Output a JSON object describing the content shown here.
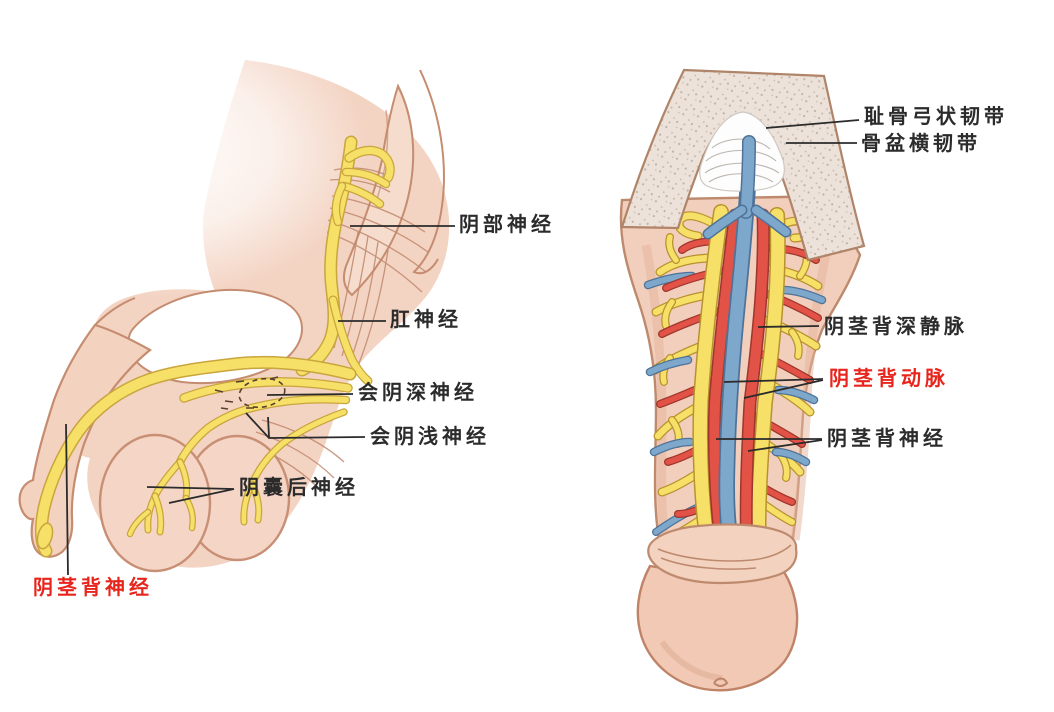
{
  "figure_type": "anatomical-diagram",
  "palette": {
    "label_black": "#2b2b2b",
    "label_red": "#e8251d",
    "leader_line": "#2b2b2b",
    "skin": "#f3d3c2",
    "skin_outline": "#c58c70",
    "nerve_yellow": "#f6e067",
    "artery_red": "#e25247",
    "vein_blue": "#7da7cb",
    "bone_stipple": "#ece2da"
  },
  "left_panel": {
    "view": "perineum-sagittal-view",
    "labels": {
      "pudendal_nerve": {
        "text": "阴部神经",
        "color": "#2b2b2b"
      },
      "anal_nerve": {
        "text": "肛神经",
        "color": "#2b2b2b"
      },
      "deep_perineal_nerve": {
        "text": "会阴深神经",
        "color": "#2b2b2b"
      },
      "superficial_perineal_nerve": {
        "text": "会阴浅神经",
        "color": "#2b2b2b"
      },
      "posterior_scrotal_nerve": {
        "text": "阴囊后神经",
        "color": "#2b2b2b"
      },
      "dorsal_nerve_of_penis": {
        "text": "阴茎背神经",
        "color": "#e8251d"
      }
    }
  },
  "right_panel": {
    "view": "penis-dorsal-view",
    "labels": {
      "arcuate_pubic_ligament": {
        "text": "耻骨弓状韧带",
        "color": "#2b2b2b"
      },
      "transverse_pelvic_ligament": {
        "text": "骨盆横韧带",
        "color": "#2b2b2b"
      },
      "deep_dorsal_vein_of_penis": {
        "text": "阴茎背深静脉",
        "color": "#2b2b2b"
      },
      "dorsal_artery_of_penis": {
        "text": "阴茎背动脉",
        "color": "#e8251d"
      },
      "dorsal_nerve_of_penis": {
        "text": "阴茎背神经",
        "color": "#2b2b2b"
      }
    }
  }
}
